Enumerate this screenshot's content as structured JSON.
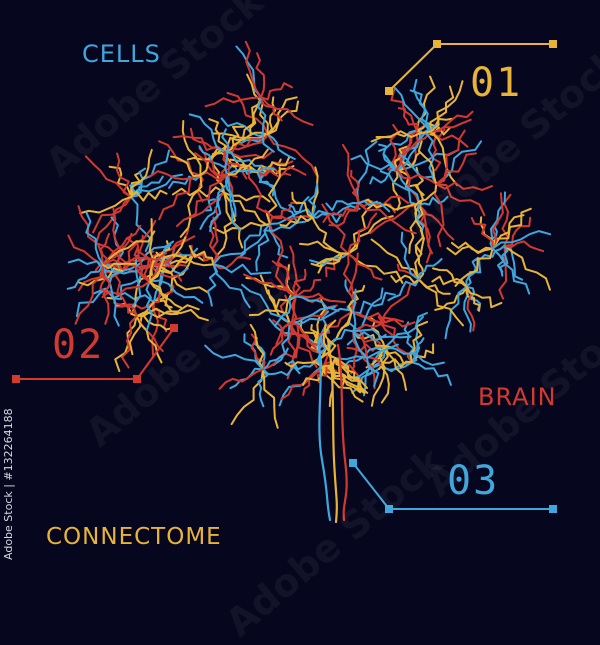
{
  "colors": {
    "background": "#06061e",
    "yellow": "#e8b437",
    "red": "#d23a30",
    "blue": "#3fa7dc"
  },
  "labels": {
    "cells": "CELLS",
    "brain": "BRAIN",
    "connectome": "CONNECTOME"
  },
  "callouts": {
    "c01": "01",
    "c02": "02",
    "c03": "03"
  },
  "watermark": {
    "side_text": "Adobe Stock | #132264188",
    "tile_text": "Adobe Stock"
  },
  "illustration": {
    "subject": "brain-neuron-network",
    "stem": "brain-stem-fibers"
  }
}
